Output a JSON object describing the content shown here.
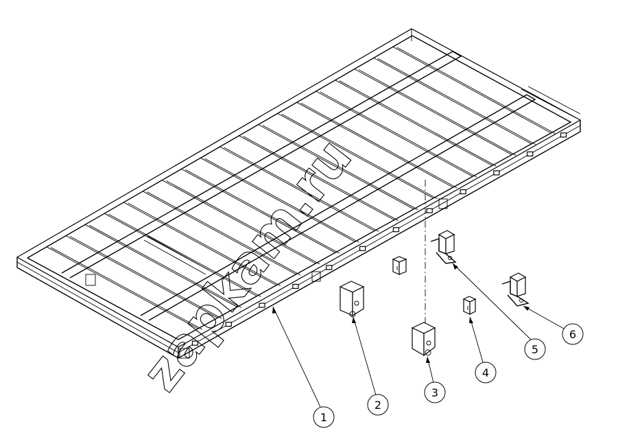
{
  "watermark": {
    "text": "zapkam.ru"
  },
  "corner_mark": "",
  "callouts": [
    {
      "id": "1",
      "label": "1"
    },
    {
      "id": "2",
      "label": "2"
    },
    {
      "id": "3",
      "label": "3"
    },
    {
      "id": "4",
      "label": "4"
    },
    {
      "id": "5",
      "label": "5"
    },
    {
      "id": "6",
      "label": "6"
    }
  ]
}
